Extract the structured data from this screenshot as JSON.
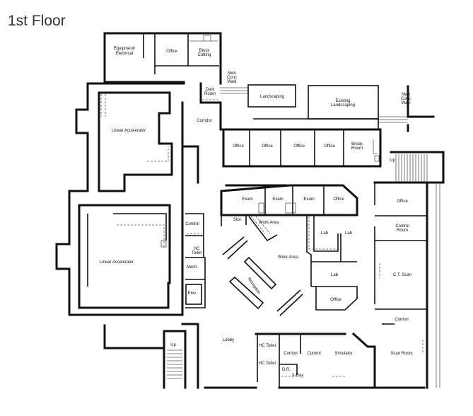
{
  "title": "1st Floor",
  "rooms": {
    "equipment": "Equipment/",
    "equipment2": "Electrical",
    "office_top": "Office",
    "block": "Block",
    "block2": "Cutting",
    "dark": "Dark",
    "dark2": "Room",
    "walk1a": "Men",
    "walk1b": "Conc",
    "walk1c": "Walk",
    "landscaping": "Landscaping",
    "existing": "Existing",
    "existing2": "Landscaping",
    "walk2a": "Men",
    "walk2b": "Conc",
    "walk2c": "Walk",
    "corridor": "Corridor",
    "office1": "Office",
    "office2": "Office",
    "office3": "Office",
    "office4": "Office",
    "break": "Break",
    "break2": "Room",
    "up_right": "Up",
    "linac1": "Linear Accelerator",
    "linac2": "Linear Accelerator",
    "control_left": "Control",
    "hc_toilet_left": "HC",
    "hc_toilet_left2": "Toilet",
    "mech": "Mech.",
    "elev": "Elev.",
    "exam1": "Exam",
    "exam2": "Exam",
    "exam3": "Exam",
    "office_center": "Office",
    "stor": "Stor.",
    "work_area1": "Work Area",
    "lab1": "Lab",
    "lab2": "Lab",
    "work_area2": "Work Area",
    "lab3": "Lab",
    "reception": "Reception",
    "office_lab": "Office",
    "office_right": "Office",
    "control_room": "Control",
    "control_room2": "Room",
    "ct_scan": "C.T. Scan",
    "control_right": "Control",
    "scan_room": "Scan Room",
    "lobby": "Lobby",
    "up_left": "Up",
    "hc_toilet1": "HC Toilet",
    "hc_toilet2": "HC Toilet",
    "control_a": "Control",
    "control_b": "Control",
    "simulator": "Simulator",
    "dr": "D.R.",
    "xray": "X-Ray"
  }
}
